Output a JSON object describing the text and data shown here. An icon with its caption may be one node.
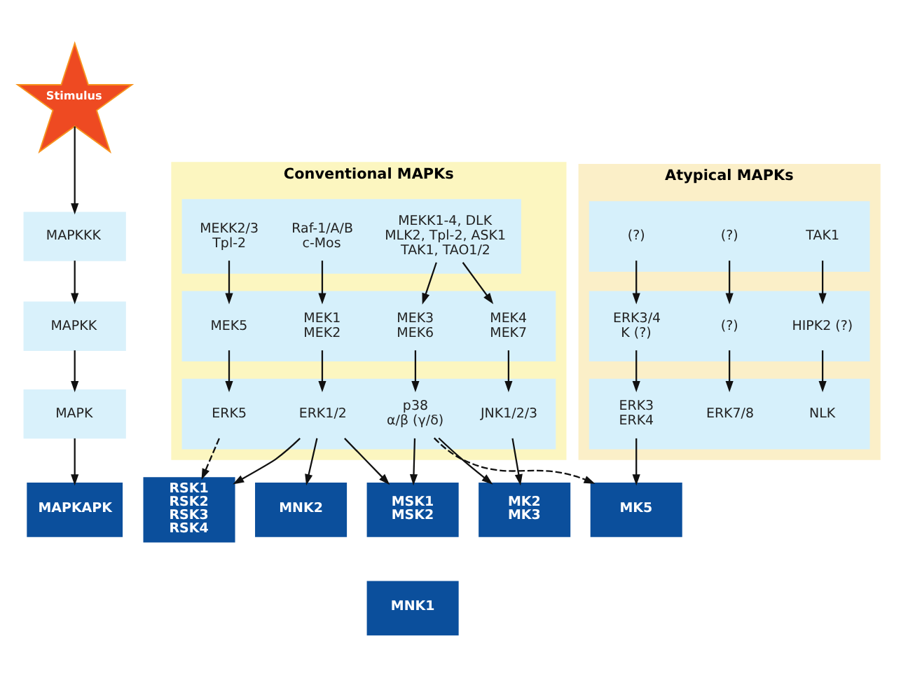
{
  "diagram": {
    "nodes": [
      {
        "text": [
          "Stimulus"
        ]
      },
      {
        "text": [
          "MAPKKK"
        ]
      },
      {
        "text": [
          "Conventional MAPKs"
        ]
      },
      {
        "text": [],
        "shape": "box",
        "in": 2
      },
      {
        "text": [
          "MEKK2/3 Tpl-2"
        ],
        "in": 3
      },
      {
        "text": [
          "Raf-1/A/B c-Mos"
        ],
        "in": 3
      },
      {
        "text": [
          "MEKK1-4, DLK MLK2, Tpl-2, ASK1 TAK1, TAO1/2"
        ],
        "in": 3
      },
      {
        "text": [
          "Atypical MAPKs"
        ]
      },
      {
        "text": [],
        "shape": "box",
        "in": 7
      },
      {
        "text": [
          "(?)"
        ],
        "in": 8
      },
      {
        "text": [
          "(?)"
        ],
        "in": 8
      },
      {
        "text": [
          "TAK1"
        ],
        "in": 8
      },
      {
        "text": [
          "MAPKK"
        ]
      },
      {
        "text": [],
        "shape": "box",
        "in": 2
      },
      {
        "text": [
          "MEK5"
        ],
        "in": 13
      },
      {
        "text": [
          "MEK1 MEK2"
        ],
        "in": 13
      },
      {
        "text": [
          "MEK3 MEK6"
        ],
        "in": 13
      },
      {
        "text": [
          "MEK4 MEK7"
        ],
        "in": 13
      },
      {
        "text": [],
        "shape": "box",
        "in": 7
      },
      {
        "text": [
          "ERK3/4 K (?)"
        ],
        "in": 18
      },
      {
        "text": [
          "(?)"
        ],
        "in": 18
      },
      {
        "text": [
          "HIPK2 (?)"
        ],
        "in": 18
      },
      {
        "text": [
          "MAPK"
        ]
      },
      {
        "text": [],
        "shape": "box",
        "in": 2
      },
      {
        "text": [
          "ERK5"
        ],
        "in": 23
      },
      {
        "text": [
          "ERK1/2"
        ],
        "in": 23
      },
      {
        "text": [
          "p38 α/β (γ/δ)"
        ],
        "in": 23
      },
      {
        "text": [
          "JNK1/2/3"
        ],
        "in": 23
      },
      {
        "text": [],
        "shape": "box",
        "in": 7
      },
      {
        "text": [
          "ERK3 ERK4"
        ],
        "in": 28
      },
      {
        "text": [
          "ERK7/8"
        ],
        "in": 28
      },
      {
        "text": [
          "NLK"
        ],
        "in": 28
      },
      {
        "text": [
          "MAPKAPK"
        ]
      },
      {
        "text": [
          "RSK1 RSK2 RSK3 RSK4"
        ]
      },
      {
        "text": [
          "MNK2"
        ]
      },
      {
        "text": [
          "MSK1 MSK2"
        ]
      },
      {
        "text": [
          "MK2 MK3"
        ]
      },
      {
        "text": [
          "MK5"
        ]
      },
      {
        "text": [
          "MNK1"
        ]
      }
    ],
    "edges": [
      {
        "from": 0,
        "to": 1,
        "arrow": "to"
      },
      {
        "from": 1,
        "to": 12,
        "arrow": "to"
      },
      {
        "from": 12,
        "to": 22,
        "arrow": "to"
      },
      {
        "from": 22,
        "to": 32,
        "arrow": "to"
      },
      {
        "from": 4,
        "to": 14,
        "arrow": "to"
      },
      {
        "from": 5,
        "to": 15,
        "arrow": "to"
      },
      {
        "from": 6,
        "to": 16,
        "arrow": "to"
      },
      {
        "from": 6,
        "to": 17,
        "arrow": "to"
      },
      {
        "from": 9,
        "to": 19,
        "arrow": "to"
      },
      {
        "from": 10,
        "to": 20,
        "arrow": "to"
      },
      {
        "from": 11,
        "to": 21,
        "arrow": "to"
      },
      {
        "from": 14,
        "to": 24,
        "arrow": "to"
      },
      {
        "from": 15,
        "to": 25,
        "arrow": "to"
      },
      {
        "from": 16,
        "to": 26,
        "arrow": "to"
      },
      {
        "from": 17,
        "to": 27,
        "arrow": "to"
      },
      {
        "from": 19,
        "to": 29,
        "arrow": "to"
      },
      {
        "from": 20,
        "to": 30,
        "arrow": "to"
      },
      {
        "from": 21,
        "to": 31,
        "arrow": "to"
      },
      {
        "from": 24,
        "to": 33,
        "arrow": "to",
        "style": "dashed"
      },
      {
        "from": 25,
        "to": 33,
        "arrow": "to"
      },
      {
        "from": 25,
        "to": 34,
        "arrow": "to"
      },
      {
        "from": 25,
        "to": 35,
        "arrow": "to"
      },
      {
        "from": 26,
        "to": 35,
        "arrow": "to"
      },
      {
        "from": 26,
        "to": 36,
        "arrow": "to"
      },
      {
        "from": 26,
        "to": 37,
        "arrow": "to",
        "style": "dashed"
      },
      {
        "from": 27,
        "to": 36,
        "arrow": "to"
      },
      {
        "from": 29,
        "to": 37,
        "arrow": "to"
      }
    ]
  }
}
